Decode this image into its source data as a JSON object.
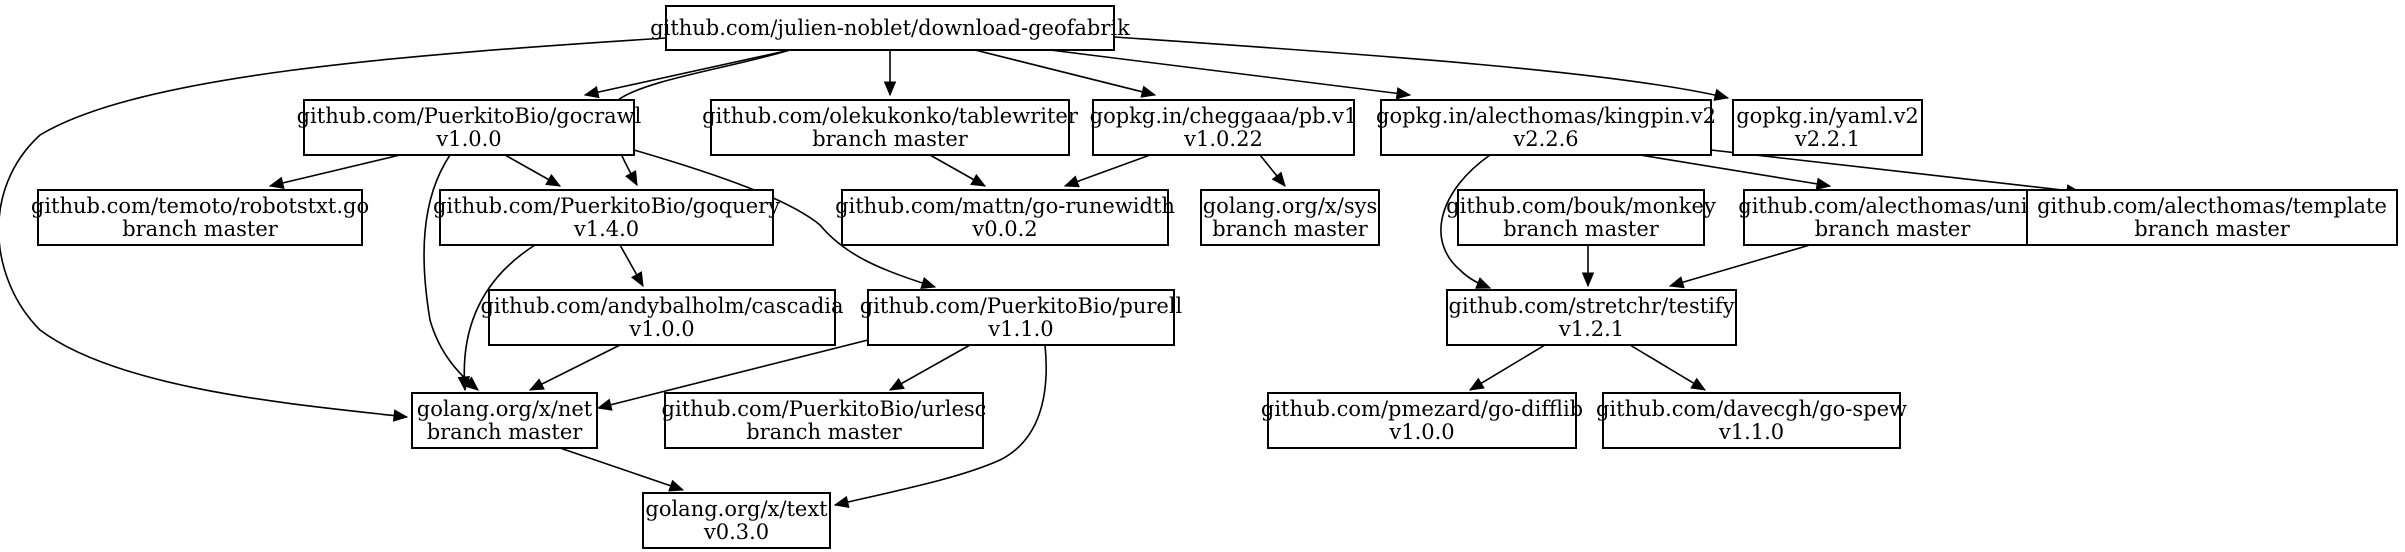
{
  "diagram": {
    "type": "dependency-graph",
    "nodes": [
      {
        "id": "root",
        "name": "github.com/julien-noblet/download-geofabrik",
        "version": ""
      },
      {
        "id": "gocrawl",
        "name": "github.com/PuerkitoBio/gocrawl",
        "version": "v1.0.0"
      },
      {
        "id": "tablewriter",
        "name": "github.com/olekukonko/tablewriter",
        "version": "branch master"
      },
      {
        "id": "pb",
        "name": "gopkg.in/cheggaaa/pb.v1",
        "version": "v1.0.22"
      },
      {
        "id": "kingpin",
        "name": "gopkg.in/alecthomas/kingpin.v2",
        "version": "v2.2.6"
      },
      {
        "id": "yaml",
        "name": "gopkg.in/yaml.v2",
        "version": "v2.2.1"
      },
      {
        "id": "robotstxt",
        "name": "github.com/temoto/robotstxt.go",
        "version": "branch master"
      },
      {
        "id": "goquery",
        "name": "github.com/PuerkitoBio/goquery",
        "version": "v1.4.0"
      },
      {
        "id": "runewidth",
        "name": "github.com/mattn/go-runewidth",
        "version": "v0.0.2"
      },
      {
        "id": "sys",
        "name": "golang.org/x/sys",
        "version": "branch master"
      },
      {
        "id": "monkey",
        "name": "github.com/bouk/monkey",
        "version": "branch master"
      },
      {
        "id": "units",
        "name": "github.com/alecthomas/units",
        "version": "branch master"
      },
      {
        "id": "template",
        "name": "github.com/alecthomas/template",
        "version": "branch master"
      },
      {
        "id": "cascadia",
        "name": "github.com/andybalholm/cascadia",
        "version": "v1.0.0"
      },
      {
        "id": "purell",
        "name": "github.com/PuerkitoBio/purell",
        "version": "v1.1.0"
      },
      {
        "id": "testify",
        "name": "github.com/stretchr/testify",
        "version": "v1.2.1"
      },
      {
        "id": "net",
        "name": "golang.org/x/net",
        "version": "branch master"
      },
      {
        "id": "urlesc",
        "name": "github.com/PuerkitoBio/urlesc",
        "version": "branch master"
      },
      {
        "id": "difflib",
        "name": "github.com/pmezard/go-difflib",
        "version": "v1.0.0"
      },
      {
        "id": "spew",
        "name": "github.com/davecgh/go-spew",
        "version": "v1.1.0"
      },
      {
        "id": "text",
        "name": "golang.org/x/text",
        "version": "v0.3.0"
      }
    ],
    "edges": [
      {
        "from": "root",
        "to": "gocrawl"
      },
      {
        "from": "root",
        "to": "tablewriter"
      },
      {
        "from": "root",
        "to": "pb"
      },
      {
        "from": "root",
        "to": "kingpin"
      },
      {
        "from": "root",
        "to": "yaml"
      },
      {
        "from": "root",
        "to": "goquery"
      },
      {
        "from": "root",
        "to": "net"
      },
      {
        "from": "gocrawl",
        "to": "robotstxt"
      },
      {
        "from": "gocrawl",
        "to": "goquery"
      },
      {
        "from": "gocrawl",
        "to": "purell"
      },
      {
        "from": "gocrawl",
        "to": "net"
      },
      {
        "from": "tablewriter",
        "to": "runewidth"
      },
      {
        "from": "pb",
        "to": "runewidth"
      },
      {
        "from": "pb",
        "to": "sys"
      },
      {
        "from": "kingpin",
        "to": "testify"
      },
      {
        "from": "kingpin",
        "to": "units"
      },
      {
        "from": "kingpin",
        "to": "template"
      },
      {
        "from": "goquery",
        "to": "cascadia"
      },
      {
        "from": "goquery",
        "to": "net"
      },
      {
        "from": "monkey",
        "to": "testify"
      },
      {
        "from": "units",
        "to": "testify"
      },
      {
        "from": "cascadia",
        "to": "net"
      },
      {
        "from": "purell",
        "to": "net"
      },
      {
        "from": "purell",
        "to": "urlesc"
      },
      {
        "from": "purell",
        "to": "text"
      },
      {
        "from": "testify",
        "to": "difflib"
      },
      {
        "from": "testify",
        "to": "spew"
      },
      {
        "from": "net",
        "to": "text"
      }
    ]
  }
}
